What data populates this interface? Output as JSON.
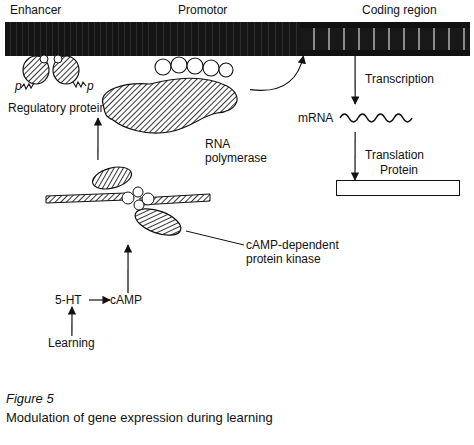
{
  "diagram": {
    "caption": "Modulation of gene expression during learning",
    "nodes": [
      {
        "text": [
          "Enhancer"
        ]
      },
      {
        "text": [
          "Promotor"
        ]
      },
      {
        "text": [
          "Coding region"
        ]
      },
      {
        "text": [
          "Regulatory protein"
        ]
      },
      {
        "text": [
          "RNA polymerase"
        ]
      },
      {
        "text": [
          "mRNA"
        ]
      },
      {
        "text": [
          "Protein"
        ]
      },
      {
        "text": [
          "cAMP-dependent protein kinase"
        ]
      },
      {
        "text": [
          "cAMP"
        ]
      },
      {
        "text": [
          "5-HT"
        ]
      },
      {
        "text": [
          "Learning"
        ]
      }
    ],
    "edges": [
      {
        "from": 2,
        "to": 5,
        "arrow": "to",
        "label": "Transcription"
      },
      {
        "from": 5,
        "to": 6,
        "arrow": "to",
        "label": "Translation"
      },
      {
        "from": 4,
        "to": 2,
        "arrow": "to"
      },
      {
        "from": 7,
        "to": 3,
        "arrow": "to"
      },
      {
        "from": 9,
        "to": 8,
        "arrow": "to"
      },
      {
        "from": 8,
        "to": 7,
        "arrow": "to"
      },
      {
        "from": 10,
        "to": 9,
        "arrow": "to"
      }
    ],
    "labels": [
      "p",
      "p",
      "Figure 5"
    ]
  }
}
